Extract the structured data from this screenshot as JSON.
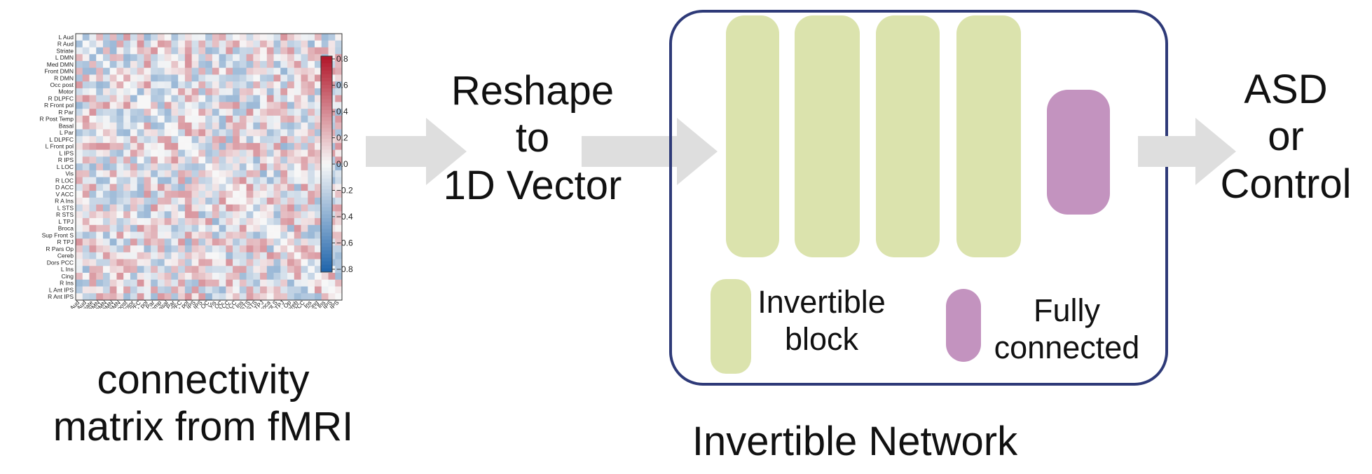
{
  "matrix": {
    "row_labels": [
      "L Aud",
      "R Aud",
      "Striate",
      "L DMN",
      "Med DMN",
      "Front DMN",
      "R DMN",
      "Occ post",
      "Motor",
      "R DLPFC",
      "R Front pol",
      "R Par",
      "R Post Temp",
      "Basal",
      "L Par",
      "L DLPFC",
      "L Front pol",
      "L IPS",
      "R IPS",
      "L LOC",
      "Vis",
      "R LOC",
      "D ACC",
      "V ACC",
      "R A Ins",
      "L STS",
      "R STS",
      "L TPJ",
      "Broca",
      "Sup Front S",
      "R TPJ",
      "R Pars Op",
      "Cereb",
      "Dors PCC",
      "L Ins",
      "Cing",
      "R Ins",
      "L Ant IPS",
      "R Ant IPS"
    ],
    "colorbar_ticks": [
      "0.8",
      "0.6",
      "0.4",
      "0.2",
      "0.0",
      "−0.2",
      "−0.4",
      "−0.6",
      "−0.8"
    ],
    "colors": {
      "positive": "#b2182b",
      "neutral": "#f7f7f7",
      "negative": "#2166ac"
    },
    "caption_line1": "connectivity",
    "caption_line2": "matrix from fMRI"
  },
  "reshape": {
    "line1": "Reshape",
    "line2": "to",
    "line3": "1D Vector"
  },
  "network": {
    "title": "Invertible Network",
    "invertible_block_label_line1": "Invertible",
    "invertible_block_label_line2": "block",
    "fc_label_line1": "Fully",
    "fc_label_line2": "connected",
    "border_color": "#2e3a78",
    "invertible_color": "#dbe3ad",
    "fc_color": "#c393bf"
  },
  "output": {
    "line1": "ASD",
    "line2": "or",
    "line3": "Control"
  },
  "arrow_color": "#dedede"
}
